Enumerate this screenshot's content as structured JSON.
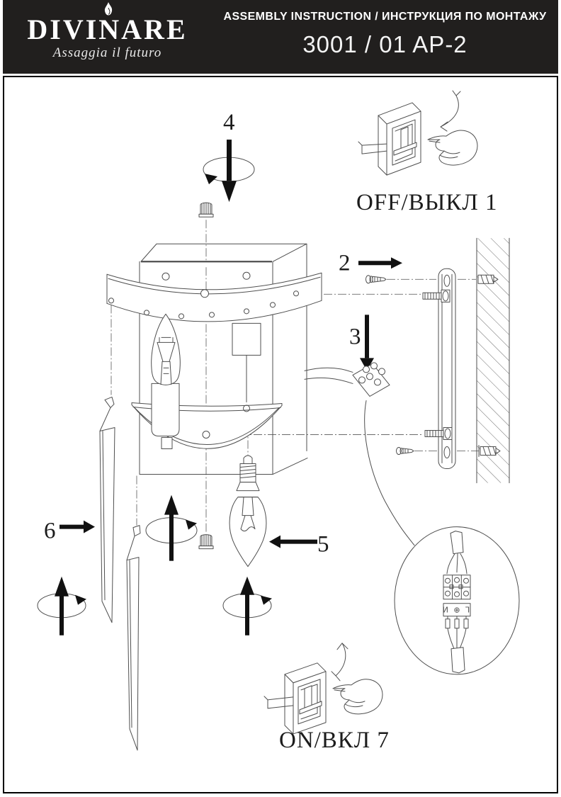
{
  "header": {
    "brand": "DIVINARE",
    "tagline": "Assaggia il futuro",
    "doc_title": "ASSEMBLY INSTRUCTION / ИНСТРУКЦИЯ ПО МОНТАЖУ",
    "model": "3001 / 01 AP-2"
  },
  "colors": {
    "header_bg": "#211f1e",
    "paper": "#ffffff",
    "drawing_line": "#4f4f4f",
    "ink": "#111111"
  },
  "diagram": {
    "caption_off": "OFF/ВЫКЛ 1",
    "caption_on": "ON/ВКЛ 7",
    "terminal_label": "И ⊕ ⅂",
    "steps": {
      "s2": "2",
      "s3": "3",
      "s4": "4",
      "s5": "5",
      "s6": "6"
    }
  }
}
